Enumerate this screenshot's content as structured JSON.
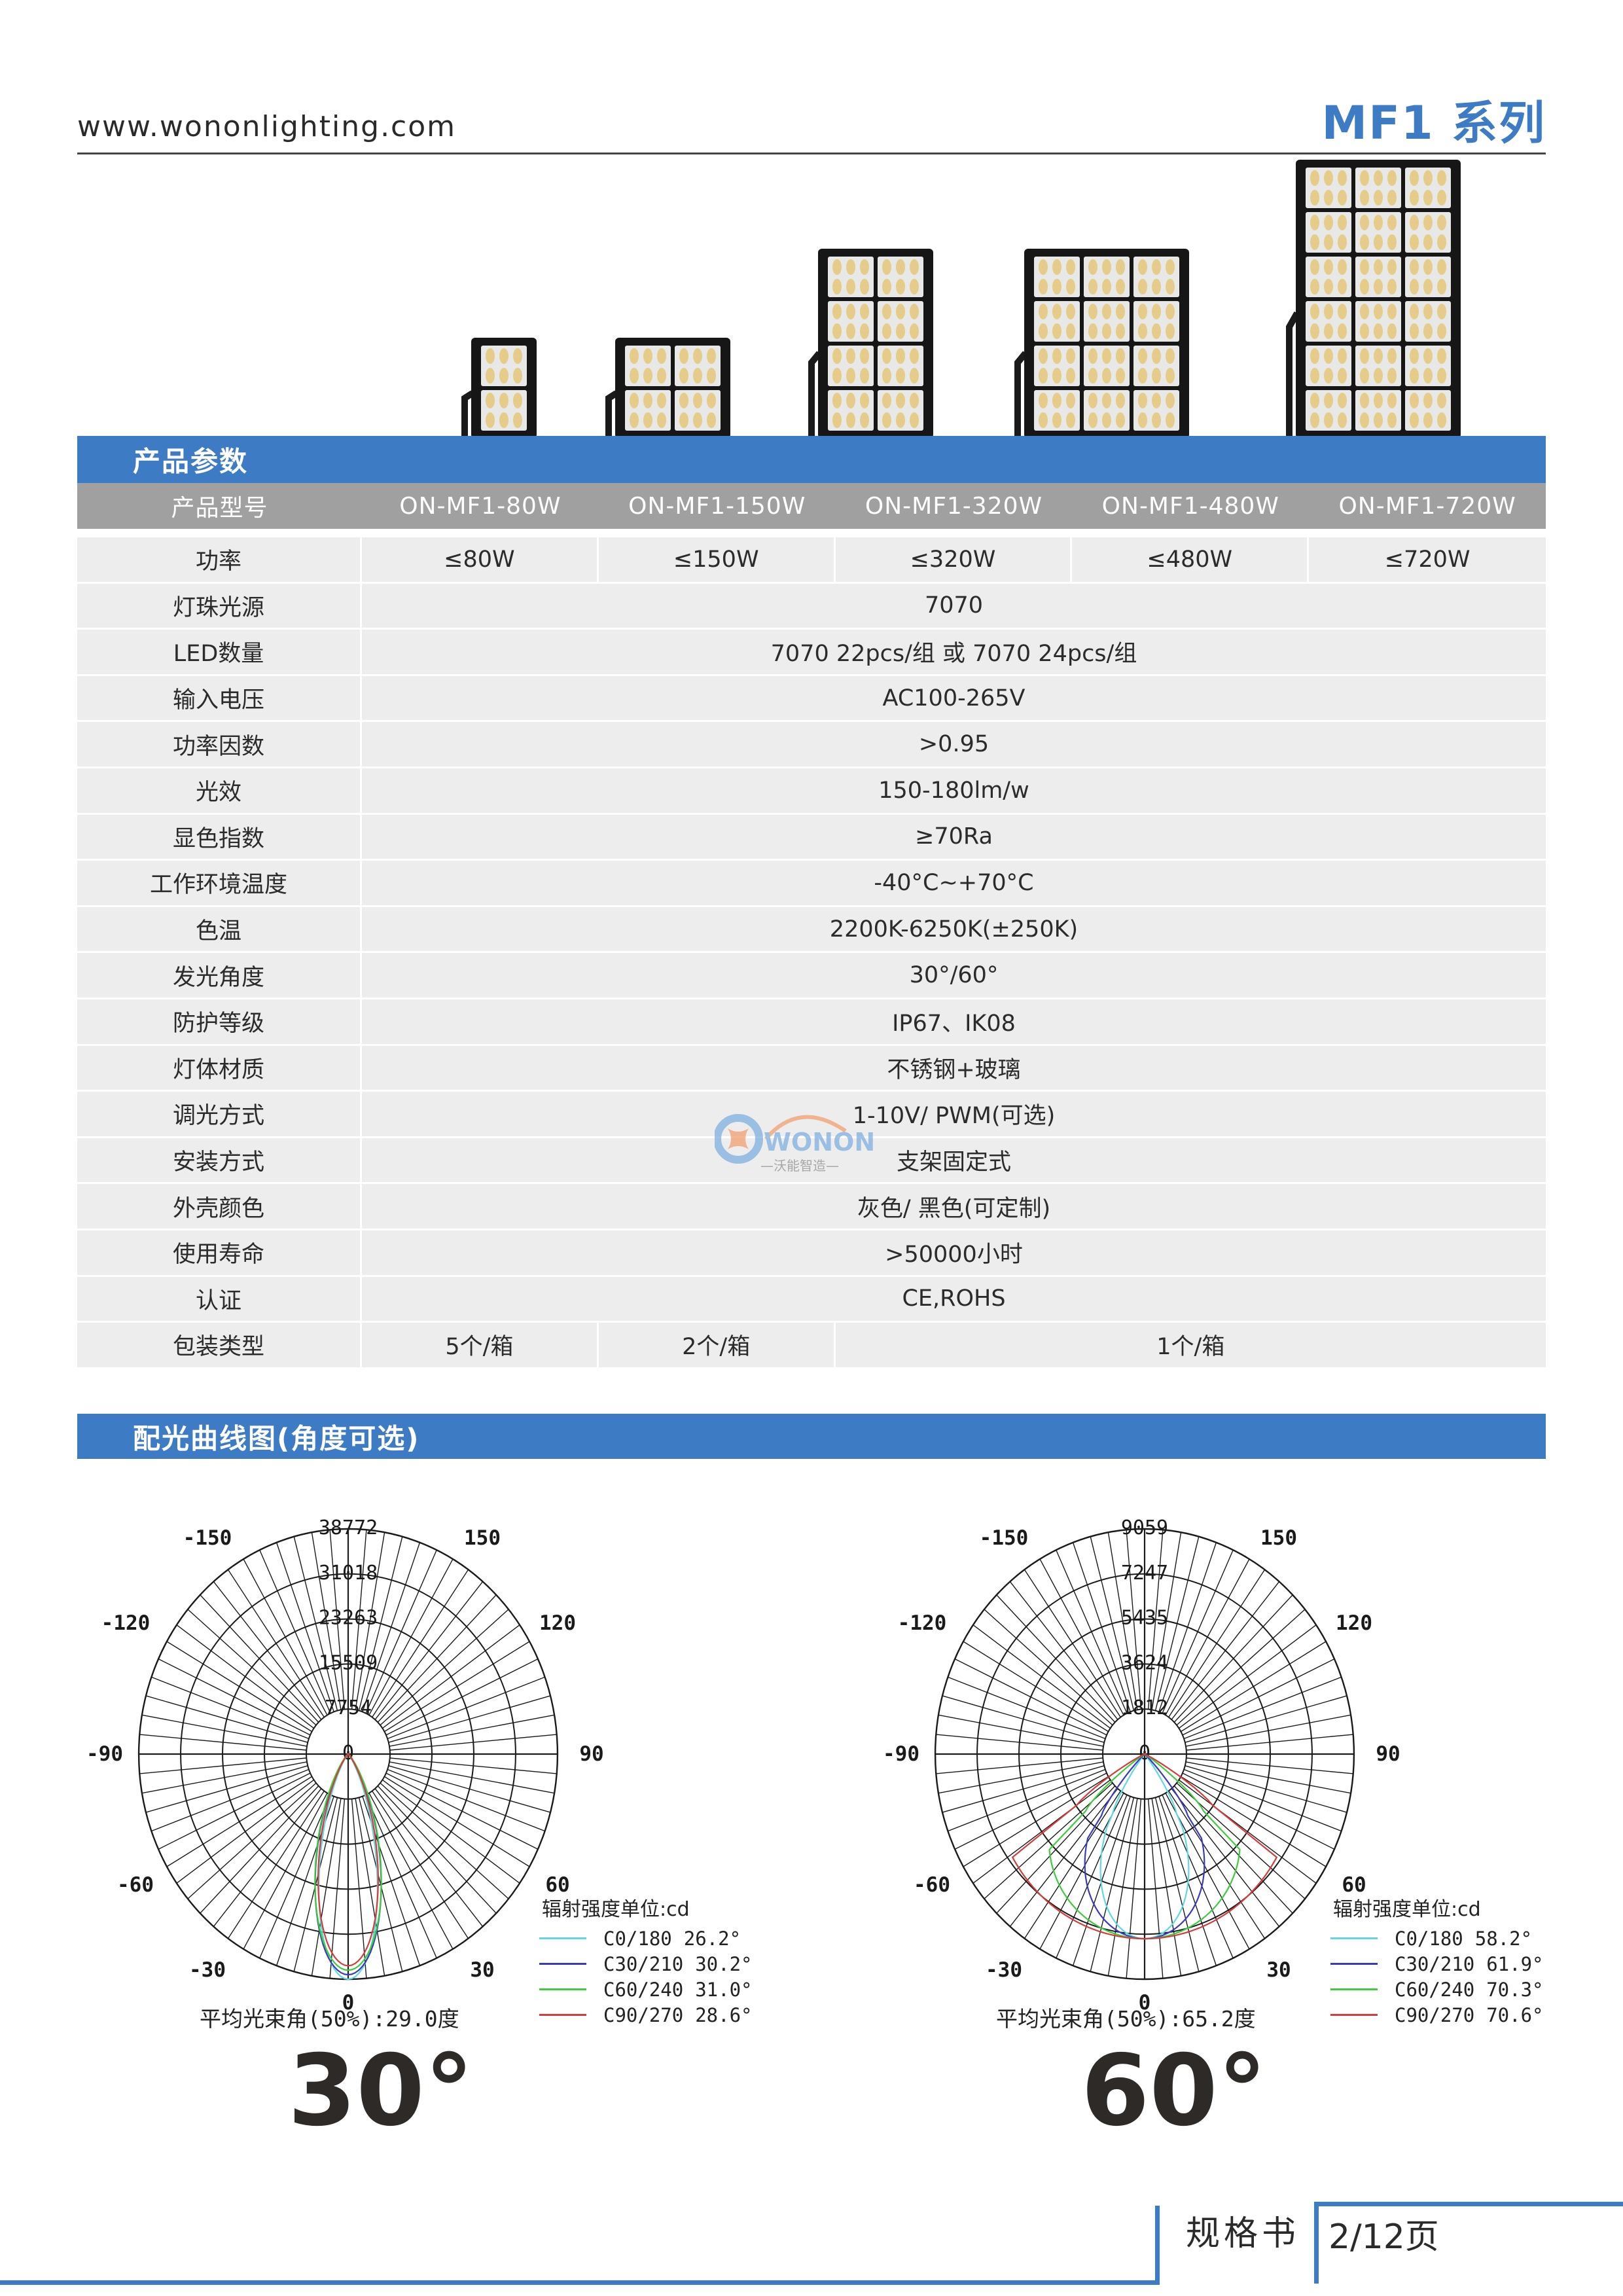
{
  "header": {
    "site_url": "www.wononlighting.com",
    "series_title": "MF1 系列"
  },
  "colors": {
    "brand_blue": "#3d7cc4",
    "header_gray": "#a0a0a0",
    "row_bg": "#ededed",
    "curve_c0": "#5fd8e0",
    "curve_c30": "#3a3ac0",
    "curve_c60": "#3ccc3c",
    "curve_c90": "#d43c3c"
  },
  "products": [
    {
      "model": "ON-MF1-80W",
      "cols": 1,
      "rows": 2
    },
    {
      "model": "ON-MF1-150W",
      "cols": 2,
      "rows": 2
    },
    {
      "model": "ON-MF1-320W",
      "cols": 2,
      "rows": 4
    },
    {
      "model": "ON-MF1-480W",
      "cols": 3,
      "rows": 4
    },
    {
      "model": "ON-MF1-720W",
      "cols": 3,
      "rows": 6
    }
  ],
  "spec_section": {
    "title": "产品参数",
    "header_label": "产品型号",
    "models": [
      "ON-MF1-80W",
      "ON-MF1-150W",
      "ON-MF1-320W",
      "ON-MF1-480W",
      "ON-MF1-720W"
    ],
    "rows": [
      {
        "label": "功率",
        "values": [
          "≤80W",
          "≤150W",
          "≤320W",
          "≤480W",
          "≤720W"
        ]
      },
      {
        "label": "灯珠光源",
        "value": "7070"
      },
      {
        "label": "LED数量",
        "value": "7070 22pcs/组 或 7070 24pcs/组"
      },
      {
        "label": "输入电压",
        "value": "AC100-265V"
      },
      {
        "label": "功率因数",
        "value": ">0.95"
      },
      {
        "label": "光效",
        "value": "150-180lm/w"
      },
      {
        "label": "显色指数",
        "value": "≥70Ra"
      },
      {
        "label": "工作环境温度",
        "value": "-40°C~+70°C"
      },
      {
        "label": "色温",
        "value": "2200K-6250K(±250K)"
      },
      {
        "label": "发光角度",
        "value": "30°/60°"
      },
      {
        "label": "防护等级",
        "value": "IP67、IK08"
      },
      {
        "label": "灯体材质",
        "value": "不锈钢+玻璃"
      },
      {
        "label": "调光方式",
        "value": "1-10V/ PWM(可选)"
      },
      {
        "label": "安装方式",
        "value": "支架固定式"
      },
      {
        "label": "外壳颜色",
        "value": "灰色/ 黑色(可定制)"
      },
      {
        "label": "使用寿命",
        "value": ">50000小时"
      },
      {
        "label": "认证",
        "value": "CE,ROHS"
      },
      {
        "label": "包装类型",
        "values_split": [
          "5个/箱",
          "2个/箱",
          "1个/箱"
        ]
      }
    ]
  },
  "watermark": {
    "brand": "WONON",
    "tagline": "—沃能智造—"
  },
  "curve_section": {
    "title": "配光曲线图(角度可选)"
  },
  "chart_data": [
    {
      "type": "polar",
      "title": "30°",
      "angle_labels": [
        "-150",
        "150",
        "-120",
        "120",
        "-90",
        "90",
        "-60",
        "60",
        "-30",
        "30",
        "0"
      ],
      "angle_ticks": [
        -150,
        150,
        -120,
        120,
        -90,
        90,
        -60,
        60,
        -30,
        30,
        0
      ],
      "radial_ticks": [
        0,
        7754,
        15509,
        23263,
        31018,
        38772
      ],
      "radial_labels": [
        "0",
        "7754",
        "15509",
        "23263",
        "31018",
        "38772"
      ],
      "rmax": 38772,
      "grid": true,
      "unit_label": "辐射强度单位:cd",
      "series": [
        {
          "name": "C0/180",
          "beam_angle": "26.2°",
          "color": "#5fd8e0",
          "beam_deg": 26.2
        },
        {
          "name": "C30/210",
          "beam_angle": "30.2°",
          "color": "#3a3ac0",
          "beam_deg": 30.2
        },
        {
          "name": "C60/240",
          "beam_angle": "31.0°",
          "color": "#3ccc3c",
          "beam_deg": 31.0
        },
        {
          "name": "C90/270",
          "beam_angle": "28.6°",
          "color": "#d43c3c",
          "beam_deg": 28.6
        }
      ],
      "peak_fraction": 1.0,
      "mean_beam_label": "平均光束角(50%):29.0度",
      "legend_position": "right-bottom"
    },
    {
      "type": "polar",
      "title": "60°",
      "angle_labels": [
        "-150",
        "150",
        "-120",
        "120",
        "-90",
        "90",
        "-60",
        "60",
        "-30",
        "30",
        "0"
      ],
      "angle_ticks": [
        -150,
        150,
        -120,
        120,
        -90,
        90,
        -60,
        60,
        -30,
        30,
        0
      ],
      "radial_ticks": [
        0,
        1812,
        3624,
        5435,
        7247,
        9059
      ],
      "radial_labels": [
        "0",
        "1812",
        "3624",
        "5435",
        "7247",
        "9059"
      ],
      "rmax": 9059,
      "grid": true,
      "unit_label": "辐射强度单位:cd",
      "series": [
        {
          "name": "C0/180",
          "beam_angle": "58.2°",
          "color": "#5fd8e0",
          "beam_deg": 58.2
        },
        {
          "name": "C30/210",
          "beam_angle": "61.9°",
          "color": "#3a3ac0",
          "beam_deg": 61.9
        },
        {
          "name": "C60/240",
          "beam_angle": "70.3°",
          "color": "#3ccc3c",
          "beam_deg": 70.3
        },
        {
          "name": "C90/270",
          "beam_angle": "70.6°",
          "color": "#d43c3c",
          "beam_deg": 70.6
        }
      ],
      "peak_fraction": 0.82,
      "mean_beam_label": "平均光束角(50%):65.2度",
      "legend_position": "right-bottom"
    }
  ],
  "footer": {
    "doc_label": "规格书",
    "page_label": "2/12页"
  }
}
